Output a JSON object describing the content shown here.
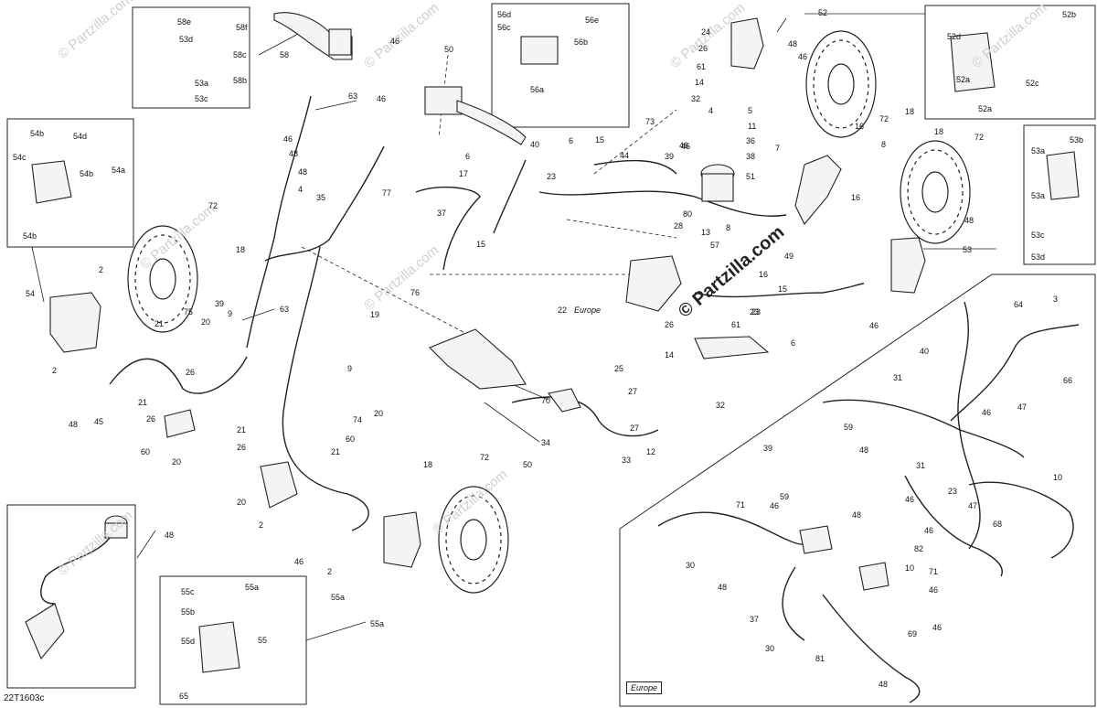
{
  "diagram": {
    "code": "22T1603c",
    "region_tags": [
      {
        "id": "europe-mid",
        "text": "Europe"
      },
      {
        "id": "europe-box",
        "text": "Europe"
      }
    ],
    "watermarks": [
      "© Partzilla.com",
      "© Partzilla.com",
      "© Partzilla.com",
      "© Partzilla.com",
      "© Partzilla.com",
      "© Partzilla.com",
      "© Partzilla.com",
      "© Partzilla.com"
    ],
    "watermark_main": "© Partzilla.com",
    "labels": [
      "58",
      "46",
      "58e",
      "58f",
      "53d",
      "58c",
      "58b",
      "53a",
      "53c",
      "50",
      "56d",
      "56e",
      "56c",
      "56b",
      "56a",
      "24",
      "26",
      "61",
      "14",
      "32",
      "52",
      "48",
      "46",
      "52b",
      "52d",
      "52a",
      "52c",
      "52a",
      "18",
      "72",
      "54b",
      "54d",
      "54c",
      "54b",
      "54a",
      "54b",
      "72",
      "18",
      "54",
      "2",
      "39",
      "63",
      "46",
      "48",
      "48",
      "4",
      "35",
      "77",
      "46",
      "6",
      "17",
      "15",
      "40",
      "6",
      "23",
      "37",
      "15",
      "76",
      "19",
      "7",
      "5",
      "11",
      "36",
      "38",
      "51",
      "13",
      "28",
      "80",
      "44",
      "39",
      "46",
      "16",
      "8",
      "16",
      "8",
      "57",
      "73",
      "46",
      "4",
      "72",
      "18",
      "53a",
      "53b",
      "53a",
      "53c",
      "53d",
      "48",
      "53",
      "46",
      "49",
      "16",
      "15",
      "23",
      "6",
      "9",
      "21",
      "75",
      "20",
      "26",
      "63",
      "2",
      "21",
      "26",
      "60",
      "20",
      "48",
      "45",
      "9",
      "22",
      "26",
      "23",
      "14",
      "61",
      "32",
      "25",
      "27",
      "70",
      "27",
      "12",
      "33",
      "34",
      "74",
      "20",
      "21",
      "26",
      "21",
      "60",
      "20",
      "2",
      "18",
      "72",
      "50",
      "48",
      "46",
      "2",
      "55a",
      "55c",
      "55a",
      "55b",
      "55d",
      "55",
      "55a",
      "65",
      "64",
      "3",
      "40",
      "31",
      "66",
      "47",
      "46",
      "39",
      "59",
      "48",
      "31",
      "23",
      "47",
      "68",
      "10",
      "71",
      "46",
      "59",
      "46",
      "48",
      "46",
      "82",
      "30",
      "48",
      "71",
      "10",
      "46",
      "69",
      "37",
      "30",
      "81",
      "48",
      "46"
    ]
  }
}
